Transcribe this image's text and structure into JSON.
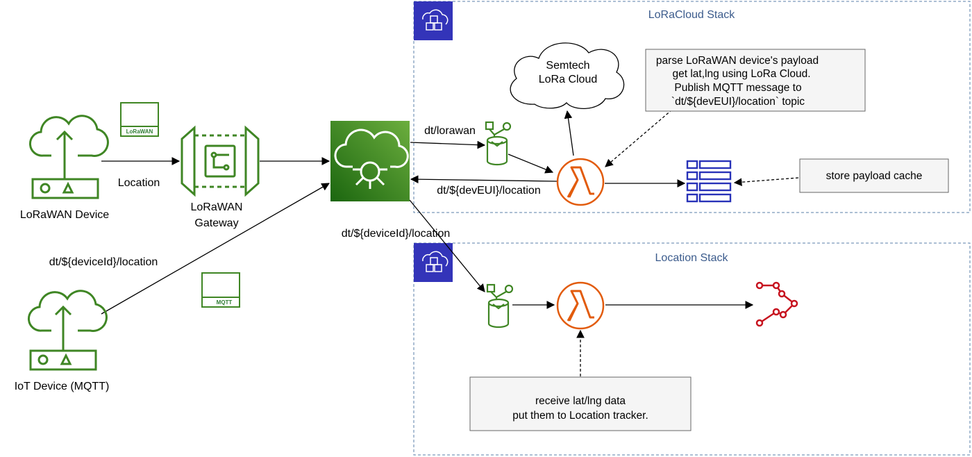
{
  "stacks": {
    "loracloud_title": "LoRaCloud Stack",
    "location_title": "Location Stack"
  },
  "devices": {
    "lorawan_device": "LoRaWAN Device",
    "iot_device": "IoT Device (MQTT)",
    "gateway_line1": "LoRaWAN",
    "gateway_line2": "Gateway",
    "lorawan_badge": "LoRaWAN",
    "mqtt_badge": "MQTT"
  },
  "cloud": {
    "line1": "Semtech",
    "line2": "LoRa Cloud"
  },
  "edges": {
    "location": "Location",
    "device_topic_left": "dt/${deviceId}/location",
    "device_topic_center": "dt/${deviceId}/location",
    "lorawan_topic": "dt/lorawan",
    "devEUI_topic": "dt/${devEUI}/location"
  },
  "notes": {
    "parse": [
      "parse LoRaWAN device's payload",
      "get lat,lng using LoRa Cloud.",
      "Publish MQTT message to",
      "`dt/${devEUI}/location` topic"
    ],
    "cache": "store payload cache",
    "receive": [
      "receive lat/lng data",
      "put them to Location tracker."
    ]
  },
  "colors": {
    "iot_green": "#3f8624",
    "lambda_orange": "#e25b0c",
    "dynamo_blue": "#2832b8",
    "tracker_red": "#c7131f",
    "stack_purple": "#3334b9",
    "stack_border": "#5a7fa8",
    "note_fill": "#f5f5f5"
  }
}
